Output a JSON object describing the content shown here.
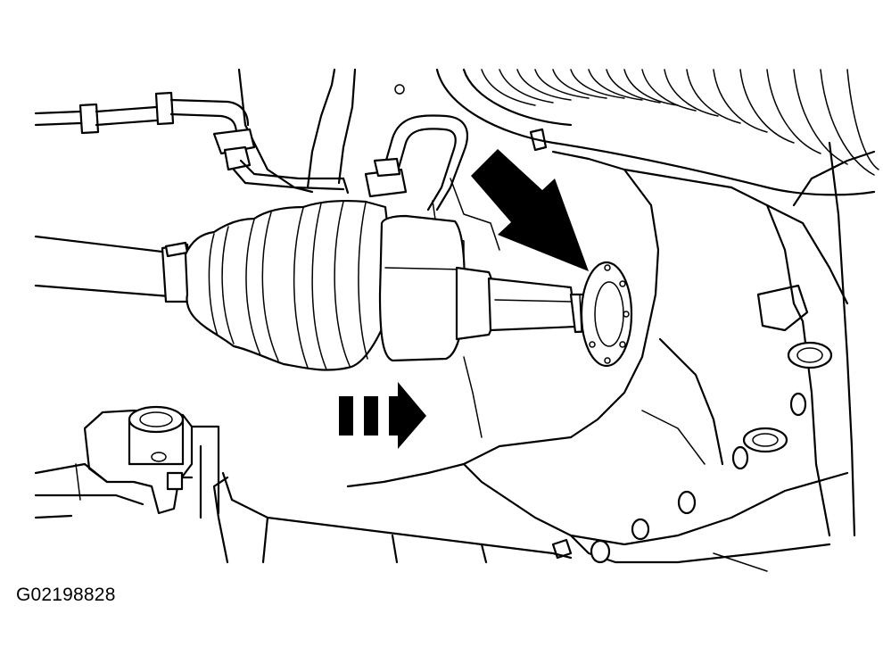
{
  "figure": {
    "id_label": "G02198828"
  },
  "icons": {
    "location_arrow": "large-solid-arrow-pointing-to-transaxle-seal",
    "direction_arrow": "dashed-arrow-pointing-right"
  },
  "colors": {
    "line": "#000000",
    "background": "#ffffff"
  }
}
